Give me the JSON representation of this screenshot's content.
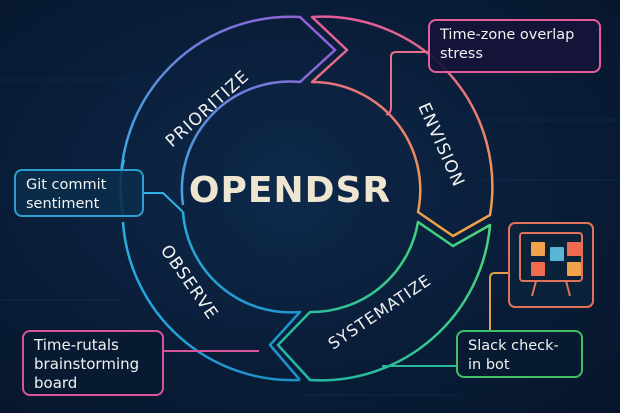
{
  "diagram": {
    "title": "OPENDSR",
    "stages": [
      {
        "label": "PRIORITIZE",
        "color_start": "#2fb4e6",
        "color_end": "#9b59d6"
      },
      {
        "label": "ENVISION",
        "color_start": "#e45c9a",
        "color_end": "#f0a640"
      },
      {
        "label": "SYSTEMATIZE",
        "color_start": "#1fb5a6",
        "color_end": "#4cd67a"
      },
      {
        "label": "OBSERVE",
        "color_start": "#1e8fc8",
        "color_end": "#2ab0df"
      }
    ],
    "callouts": [
      {
        "id": "git",
        "text": "Git commit\nsentiment",
        "color": "#2a9fd0"
      },
      {
        "id": "tz",
        "text": "Time-zone overlap\nstress",
        "color": "#e45c9a"
      },
      {
        "id": "board",
        "text": "Time-rutals\nbrainstorming\nboard",
        "color": "#d9559a"
      },
      {
        "id": "slack",
        "text": "Slack check-\nin bot",
        "color": "#3fbf68"
      }
    ],
    "board_icon": {
      "name": "kanban-board-icon",
      "frame_color": "#e0735a",
      "notes": [
        "#f2a24a",
        "#5ab4d6",
        "#ee6b50",
        "#ee6b50",
        "#f2a24a"
      ]
    }
  }
}
